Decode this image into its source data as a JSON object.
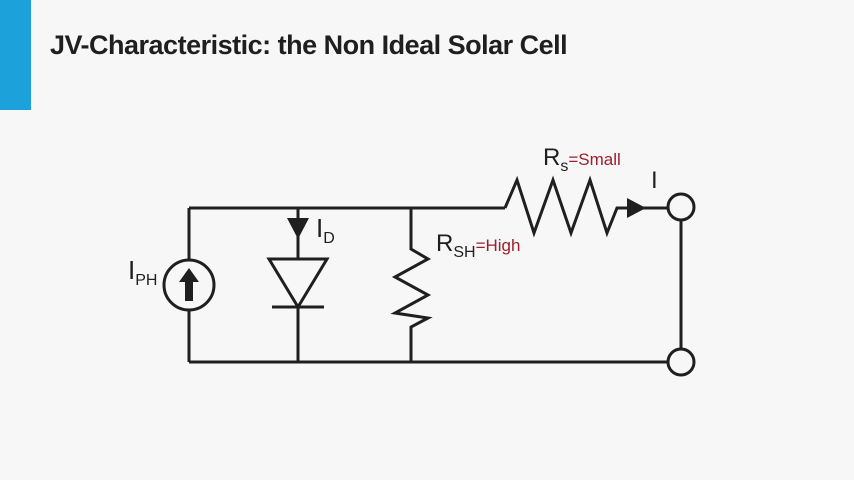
{
  "slide": {
    "title": "JV-Characteristic: the Non Ideal Solar Cell",
    "accent_color": "#1da1db"
  },
  "circuit": {
    "photocurrent_source": {
      "label_main": "I",
      "label_sub": "PH"
    },
    "diode": {
      "label_main": "I",
      "label_sub": "D"
    },
    "shunt_resistor": {
      "label_main": "R",
      "label_sub": "SH",
      "value": "=High"
    },
    "series_resistor": {
      "label_main": "R",
      "label_sub": "s",
      "value": "=Small"
    },
    "output_current": {
      "label": "I"
    },
    "value_color": "#a01c2c",
    "wire_color": "#1f1f1f"
  }
}
